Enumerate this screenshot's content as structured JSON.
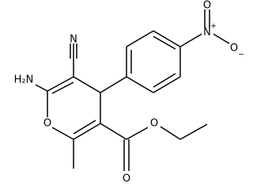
{
  "molecule": {
    "atoms": {
      "cyano_N": "N",
      "nitro_N": "N",
      "nitro_N_charge": "+",
      "nitro_O_top": "O",
      "nitro_O_right": "O",
      "nitro_O_right_charge": "−",
      "amino": "H₂N",
      "ring_O": "O",
      "ester_O_single": "O",
      "ester_O_double": "O"
    }
  }
}
